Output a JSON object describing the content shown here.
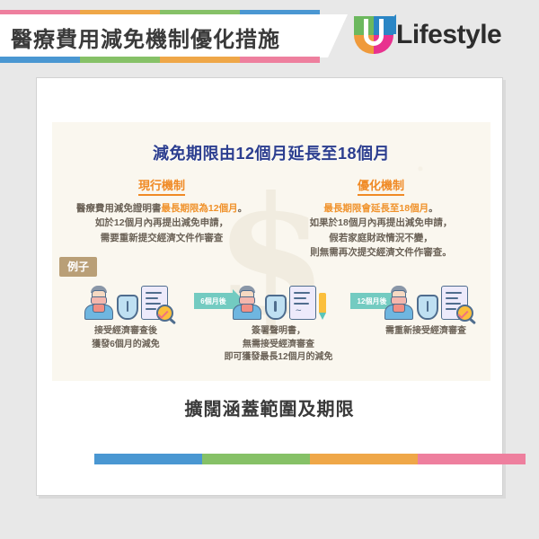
{
  "header": {
    "title": "醫療費用減免機制優化措施",
    "logo_text": "Lifestyle",
    "top_bar_colors": [
      "#ee7f9e",
      "#efa council",
      "#7dbf63",
      "#4a97d2"
    ],
    "bar_top": [
      "#ee7f9e",
      "#efa748",
      "#86c167",
      "#4a97d2"
    ],
    "bar_bottom": [
      "#4a97d2",
      "#86c167",
      "#efa748",
      "#ee7f9e"
    ]
  },
  "panel": {
    "title": "減免期限由12個月延長至18個月",
    "watermark": "$",
    "columns": [
      {
        "head": "現行機制",
        "line1_plain": "醫療費用減免證明書",
        "line1_hl": "最長期限為12個月",
        "line1_end": "。",
        "line2": "如於12個月內再提出減免申請，",
        "line3": "需要重新提交經濟文件作審查"
      },
      {
        "head": "優化機制",
        "line1_hl": "最長期限會延長至18個月",
        "line1_end": "。",
        "line2": "如果於18個月內再提出減免申請，",
        "line3": "假若家庭財政情況不變，",
        "line4": "則無需再次提交經濟文件作審查。"
      }
    ],
    "example_badge": "例子",
    "flow": {
      "steps": [
        {
          "caption_line1": "接受經濟審查後",
          "caption_line2": "獲發6個月的減免"
        },
        {
          "caption_line1": "簽署聲明書，",
          "caption_line2": "無需接受經濟審查",
          "caption_line3": "即可獲發最長12個月的減免"
        },
        {
          "caption_line1": "需重新接受經濟審查"
        }
      ],
      "arrows": [
        {
          "label": "6個月後"
        },
        {
          "label": "12個月後"
        }
      ]
    }
  },
  "bottom": {
    "headline": "擴闊涵蓋範圍及期限",
    "bar_colors": [
      "#4a97d2",
      "#86c167",
      "#efa748",
      "#ee7f9e"
    ]
  },
  "colors": {
    "accent_orange": "#f08a25",
    "title_navy": "#2c3e8f",
    "badge_tan": "#b99f77",
    "arrow_teal": "#73cbc1"
  }
}
